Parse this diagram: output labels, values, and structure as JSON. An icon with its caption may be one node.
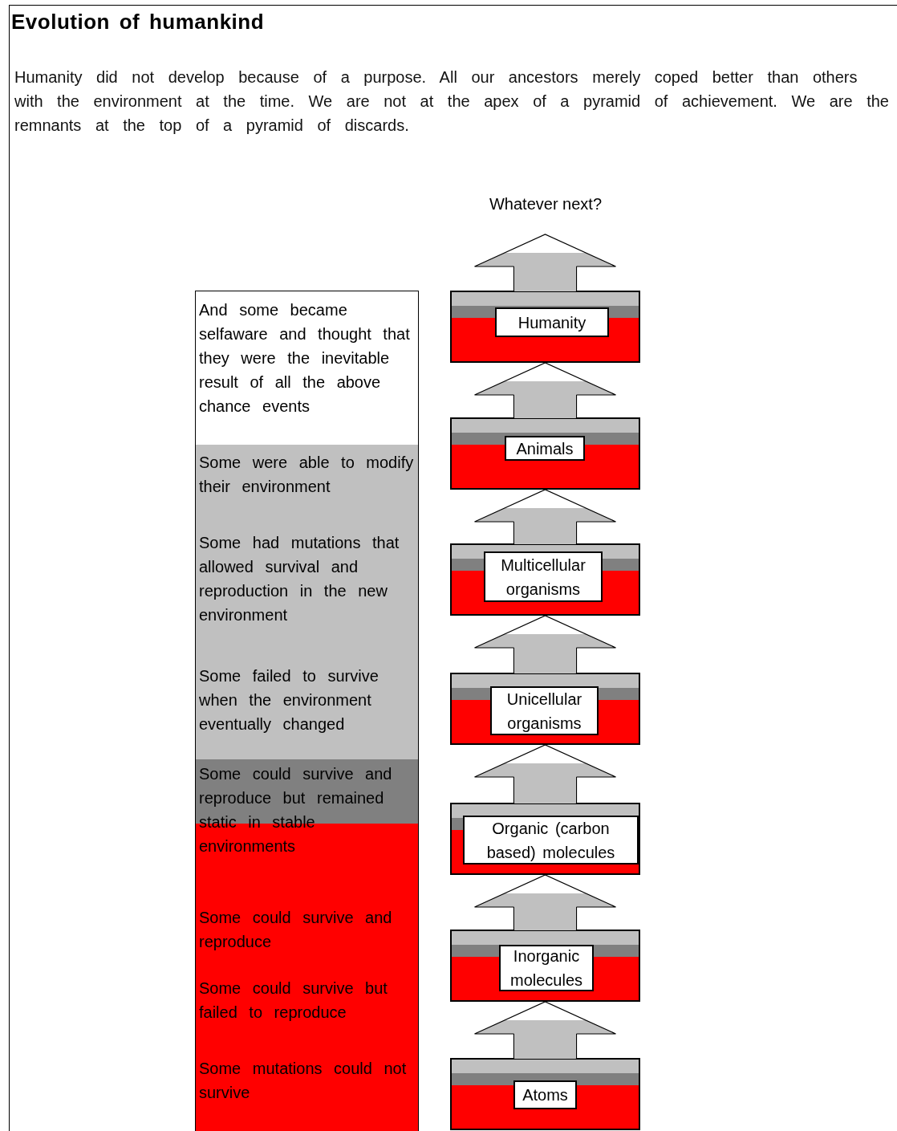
{
  "diagram": {
    "title": "Evolution of humankind",
    "nodes": [
      {
        "text": [
          "Whatever next?"
        ]
      },
      {
        "text": [
          "And some became selfaware and thought that they were the inevitable result of all the above chance events",
          "Some were able to modify their environment",
          "Some had mutations that allowed survival and reproduction in the new environment",
          "Some failed to survive when the environment eventually changed",
          "Some could survive and reproduce but remained static in stable environments",
          "Some could survive and reproduce",
          "Some could survive but failed to reproduce",
          "Some mutations could not survive"
        ]
      },
      {
        "text": [],
        "shape": "box"
      },
      {
        "text": [
          "Humanity"
        ],
        "in": 2
      },
      {
        "text": [],
        "shape": "box"
      },
      {
        "text": [
          "Animals"
        ],
        "in": 4
      },
      {
        "text": [],
        "shape": "box"
      },
      {
        "text": [
          "Multicellular organisms"
        ],
        "in": 6
      },
      {
        "text": [],
        "shape": "box"
      },
      {
        "text": [
          "Unicellular organisms"
        ],
        "in": 8
      },
      {
        "text": [],
        "shape": "box"
      },
      {
        "text": [
          "Organic (carbon based) molecules"
        ],
        "in": 10
      },
      {
        "text": [],
        "shape": "box"
      },
      {
        "text": [
          "Inorganic molecules"
        ],
        "in": 12
      },
      {
        "text": [],
        "shape": "box"
      },
      {
        "text": [
          "Atoms"
        ],
        "in": 14
      }
    ],
    "edges": [
      {
        "from": 14,
        "to": 12,
        "arrow": "to"
      },
      {
        "from": 12,
        "to": 10,
        "arrow": "to"
      },
      {
        "from": 10,
        "to": 8,
        "arrow": "to"
      },
      {
        "from": 8,
        "to": 6,
        "arrow": "to"
      },
      {
        "from": 6,
        "to": 4,
        "arrow": "to"
      },
      {
        "from": 4,
        "to": 2,
        "arrow": "to"
      },
      {
        "from": 2,
        "to": 0,
        "arrow": "to"
      }
    ],
    "labels": [
      "Humanity did not develop because of a purpose. All our ancestors merely coped better than others with the environment at the time. We are not at the apex of a pyramid of achievement.  We are the remnants at the top of a pyramid of discards."
    ]
  }
}
